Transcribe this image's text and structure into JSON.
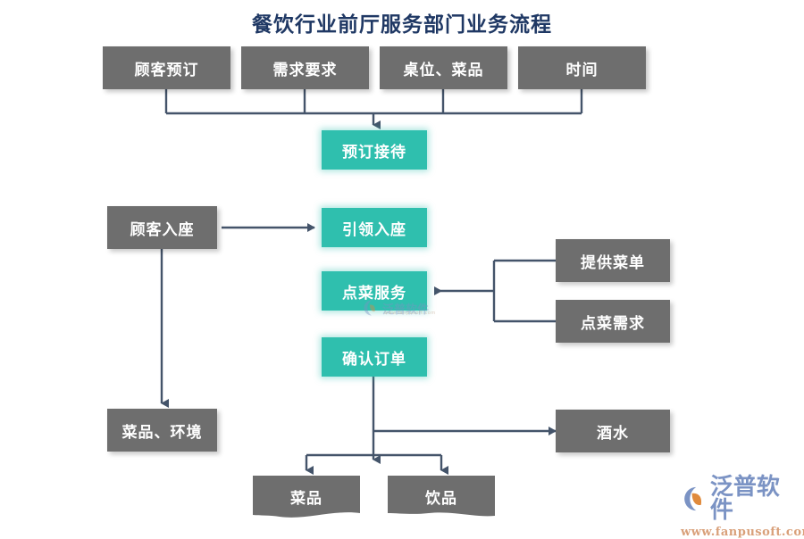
{
  "page": {
    "title": "餐饮行业前厅服务部门业务流程",
    "title_color": "#1f3864",
    "background": "#ffffff"
  },
  "theme": {
    "gray_node": "#6e6e6e",
    "teal_node": "#2fbfae",
    "connector": "#44546a",
    "node_text": "#ffffff",
    "logo_blue": "#7b93c4",
    "logo_orange": "#d9a07a"
  },
  "diagram": {
    "type": "flowchart",
    "inputs_row": [
      {
        "id": "n_order",
        "label": "顾客预订",
        "style": "gray"
      },
      {
        "id": "n_demand",
        "label": "需求要求",
        "style": "gray"
      },
      {
        "id": "n_table",
        "label": "桌位、菜品",
        "style": "gray"
      },
      {
        "id": "n_time",
        "label": "时间",
        "style": "gray"
      }
    ],
    "main_flow": [
      {
        "id": "n_reserve",
        "label": "预订接待",
        "style": "teal"
      },
      {
        "id": "n_seat",
        "label": "引领入座",
        "style": "teal"
      },
      {
        "id": "n_ordersv",
        "label": "点菜服务",
        "style": "teal"
      },
      {
        "id": "n_confirm",
        "label": "确认订单",
        "style": "teal"
      }
    ],
    "left_nodes": [
      {
        "id": "n_guestsit",
        "label": "顾客入座",
        "style": "gray"
      },
      {
        "id": "n_dishenv",
        "label": "菜品、环境",
        "style": "gray"
      }
    ],
    "right_nodes": [
      {
        "id": "n_menu",
        "label": "提供菜单",
        "style": "gray"
      },
      {
        "id": "n_dishreq",
        "label": "点菜需求",
        "style": "gray"
      },
      {
        "id": "n_drink",
        "label": "酒水",
        "style": "gray"
      }
    ],
    "leaf_nodes": [
      {
        "id": "n_dish",
        "label": "菜品",
        "style": "gray",
        "edge": "torn"
      },
      {
        "id": "n_beverage",
        "label": "饮品",
        "style": "gray",
        "edge": "torn"
      }
    ],
    "edges": [
      {
        "from": "n_order",
        "to": "n_reserve",
        "kind": "merge-bus-down"
      },
      {
        "from": "n_demand",
        "to": "n_reserve",
        "kind": "merge-bus-down"
      },
      {
        "from": "n_table",
        "to": "n_reserve",
        "kind": "merge-bus-down"
      },
      {
        "from": "n_time",
        "to": "n_reserve",
        "kind": "merge-bus-down"
      },
      {
        "from": "n_guestsit",
        "to": "n_seat",
        "kind": "right-arrow"
      },
      {
        "from": "n_guestsit",
        "to": "n_dishenv",
        "kind": "down-arrow"
      },
      {
        "from": "n_menu",
        "to": "n_ordersv",
        "kind": "left-merge-arrow"
      },
      {
        "from": "n_dishreq",
        "to": "n_ordersv",
        "kind": "left-merge-arrow"
      },
      {
        "from": "n_confirm",
        "to": "n_drink",
        "kind": "down-then-right-arrow"
      },
      {
        "from": "n_confirm",
        "to": "n_dish",
        "kind": "split-down-arrow"
      },
      {
        "from": "n_confirm",
        "to": "n_beverage",
        "kind": "split-down-arrow"
      }
    ]
  },
  "watermark": {
    "center_text": "泛普软件",
    "center_sub": "www.fanpusoft.com"
  },
  "logo": {
    "name": "泛普软件",
    "url": "www.fanpusoft.com"
  }
}
